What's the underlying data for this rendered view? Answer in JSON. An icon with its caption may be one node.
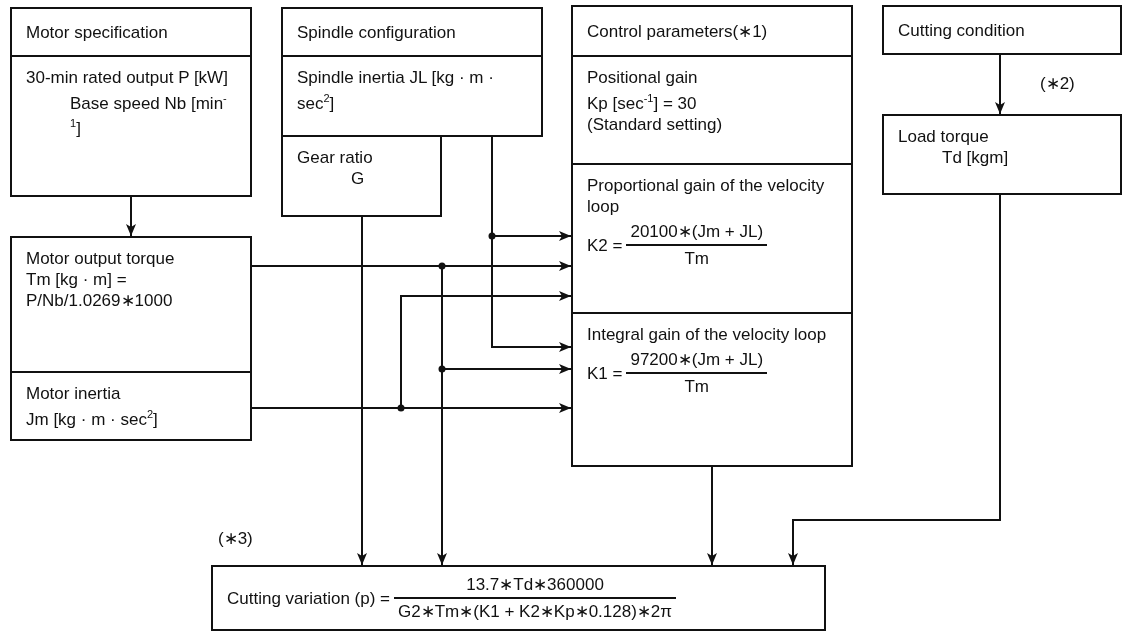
{
  "diagram": {
    "nodes": [
      {
        "text": [
          "Motor specification"
        ]
      },
      {
        "text": [
          "30-min rated output P [kW]",
          "Base speed Nb [min$^{-1}$]"
        ]
      },
      {
        "text": [
          "Spindle configuration"
        ]
      },
      {
        "text": [
          "Spindle inertia JL [kg · m · sec$^{2}$]"
        ]
      },
      {
        "text": [
          "Gear ratio",
          "G"
        ]
      },
      {
        "text": [
          "Control parameters(∗1)"
        ]
      },
      {
        "text": [
          "Positional gain",
          "Kp [sec$^{-1}$] = 30",
          "(Standard setting)"
        ]
      },
      {
        "text": [
          "Proportional gain of the velocity loop",
          "K2 =",
          "20100∗(Jm + JL)",
          "Tm"
        ]
      },
      {
        "text": [
          "Integral gain of the velocity loop",
          "K1 =",
          "97200∗(Jm + JL)",
          "Tm"
        ]
      },
      {
        "text": [
          "Cutting condition"
        ]
      },
      {
        "text": [
          "Load torque",
          "Td [kgm]"
        ]
      },
      {
        "text": [
          "Motor output torque",
          "Tm [kg · m] = P/Nb/1.0269∗1000"
        ]
      },
      {
        "text": [
          "Motor inertia",
          "Jm [kg · m · sec$^{2}$]"
        ]
      },
      {
        "text": [
          "Cutting variation (p) =",
          "13.7∗Td∗360000",
          "G2∗Tm∗(K1 + K2∗Kp∗0.128)∗2π"
        ]
      }
    ],
    "edges": [
      {
        "from": 1,
        "to": 11,
        "arrow": "to"
      },
      {
        "from": 9,
        "to": 10,
        "arrow": "to",
        "label": "(∗2)"
      },
      {
        "from": 3,
        "to": 7,
        "arrow": "to"
      },
      {
        "from": 3,
        "to": 8,
        "arrow": "to"
      },
      {
        "from": 11,
        "to": 7,
        "arrow": "to"
      },
      {
        "from": 11,
        "to": 8,
        "arrow": "to"
      },
      {
        "from": 11,
        "to": 13,
        "arrow": "to"
      },
      {
        "from": 12,
        "to": 7,
        "arrow": "to"
      },
      {
        "from": 12,
        "to": 8,
        "arrow": "to"
      },
      {
        "from": 4,
        "to": 13,
        "arrow": "to"
      },
      {
        "from": 8,
        "to": 13,
        "arrow": "to"
      },
      {
        "from": 10,
        "to": 13,
        "arrow": "to"
      }
    ],
    "labels": [
      "(∗3)"
    ]
  }
}
